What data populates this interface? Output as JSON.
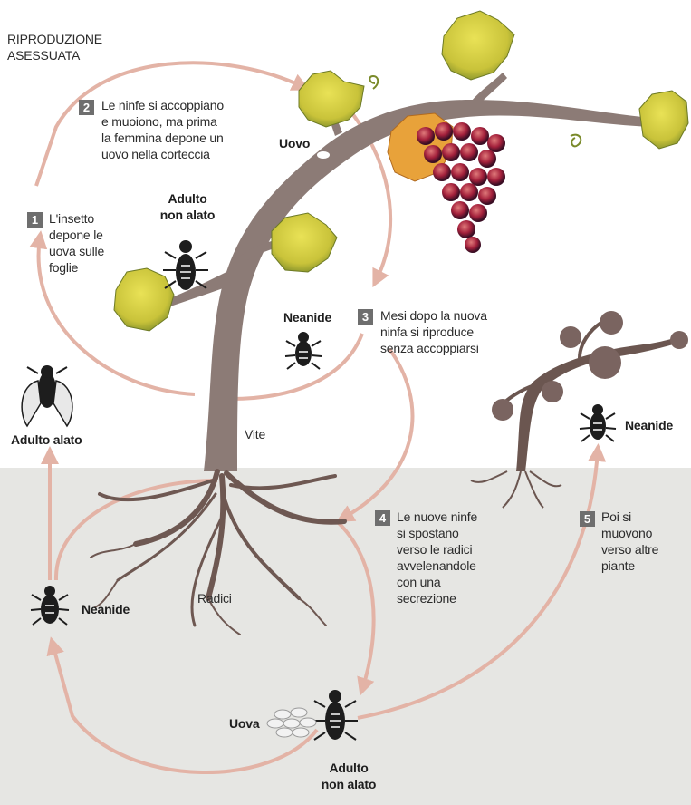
{
  "title": "RIPRODUZIONE\nASESSUATA",
  "steps": [
    {
      "num": "1",
      "text": "L'insetto\ndepone le\nuova sulle\nfoglie"
    },
    {
      "num": "2",
      "text": "Le ninfe si accoppiano\ne muoiono, ma prima\nla femmina depone un\nuovo nella corteccia"
    },
    {
      "num": "3",
      "text": "Mesi dopo la nuova\nninfa si riproduce\nsenza accoppiarsi"
    },
    {
      "num": "4",
      "text": "Le nuove ninfe\nsi spostano\nverso le radici\navvelenandole\ncon una\nsecrezione"
    },
    {
      "num": "5",
      "text": "Poi si\nmuovono\nverso altre\npiante"
    }
  ],
  "labels": {
    "uovo": "Uovo",
    "adulto_non_alato_top": "Adulto\nnon alato",
    "neanide_top": "Neanide",
    "adulto_alato": "Adulto alato",
    "vite": "Vite",
    "neanide_right": "Neanide",
    "neanide_left": "Neanide",
    "radici": "Radici",
    "uova": "Uova",
    "adulto_non_alato_bottom": "Adulto\nnon alato"
  },
  "colors": {
    "arrow": "#e3b3a6",
    "ground": "#e6e6e3",
    "trunk": "#8c7b76",
    "badge": "#6e6e6e",
    "leaf_yellow": "#d6cc3a",
    "leaf_green": "#8a9a2e",
    "grape": "#9c1f3a",
    "small_vine": "#6b5650"
  }
}
